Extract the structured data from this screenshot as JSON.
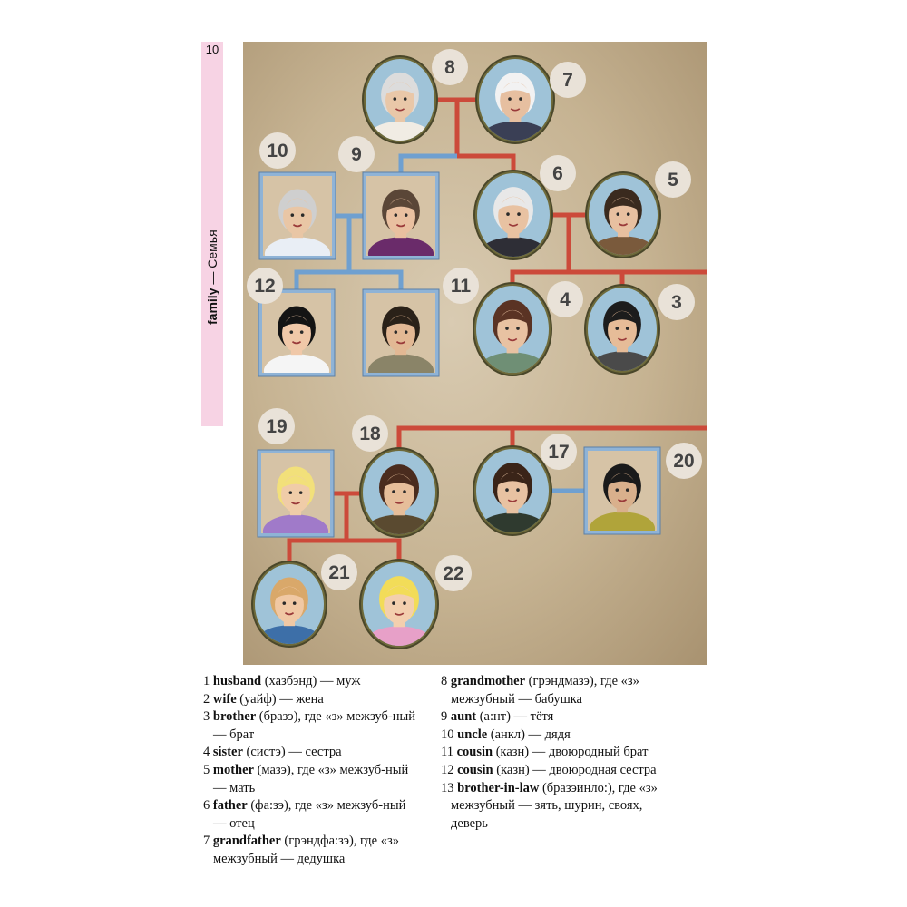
{
  "page": {
    "number": "10",
    "section_en": "family",
    "section_sep": " — ",
    "section_ru": "Семья"
  },
  "portraits": [
    {
      "n": "8"
    },
    {
      "n": "7"
    },
    {
      "n": "10"
    },
    {
      "n": "9"
    },
    {
      "n": "6"
    },
    {
      "n": "5"
    },
    {
      "n": "12"
    },
    {
      "n": "11"
    },
    {
      "n": "4"
    },
    {
      "n": "3"
    },
    {
      "n": "19"
    },
    {
      "n": "18"
    },
    {
      "n": "17"
    },
    {
      "n": "20"
    },
    {
      "n": "21"
    },
    {
      "n": "22"
    }
  ],
  "colors": {
    "sidebar": "#f7d3e4",
    "blood_line": "#cc4a3a",
    "marriage_line": "#6fa0d0",
    "frame": "#6e6a3a",
    "badge": "#e9e2d8"
  },
  "legend": {
    "col1": [
      {
        "n": "1",
        "word": "husband",
        "rest": " (хазбэнд) — муж"
      },
      {
        "n": "2",
        "word": "wife",
        "rest": " (уайф) — жена"
      },
      {
        "n": "3",
        "word": "brother",
        "rest": " (бразэ), где «з» межзуб-ный — брат"
      },
      {
        "n": "4",
        "word": "sister",
        "rest": " (систэ) — сестра"
      },
      {
        "n": "5",
        "word": "mother",
        "rest": " (мазэ), где «з» межзуб-ный — мать"
      },
      {
        "n": "6",
        "word": "father",
        "rest": " (фа:зэ), где «з» межзуб-ный — отец"
      },
      {
        "n": "7",
        "word": "grandfather",
        "rest": " (грэндфа:зэ), где «з» межзубный — дедушка"
      }
    ],
    "col2": [
      {
        "n": "8",
        "word": "grandmother",
        "rest": " (грэндмазэ), где «з» межзубный — бабушка"
      },
      {
        "n": "9",
        "word": "aunt",
        "rest": " (а:нт) — тётя"
      },
      {
        "n": "10",
        "word": "uncle",
        "rest": " (анкл) — дядя"
      },
      {
        "n": "11",
        "word": "cousin",
        "rest": " (казн) — двоюродный брат"
      },
      {
        "n": "12",
        "word": "cousin",
        "rest": " (казн) — двоюродная сестра"
      },
      {
        "n": "13",
        "word": "brother-in-law",
        "rest": " (бразэинло:), где «з» межзубный — зять, шурин, своях, деверь"
      }
    ]
  }
}
